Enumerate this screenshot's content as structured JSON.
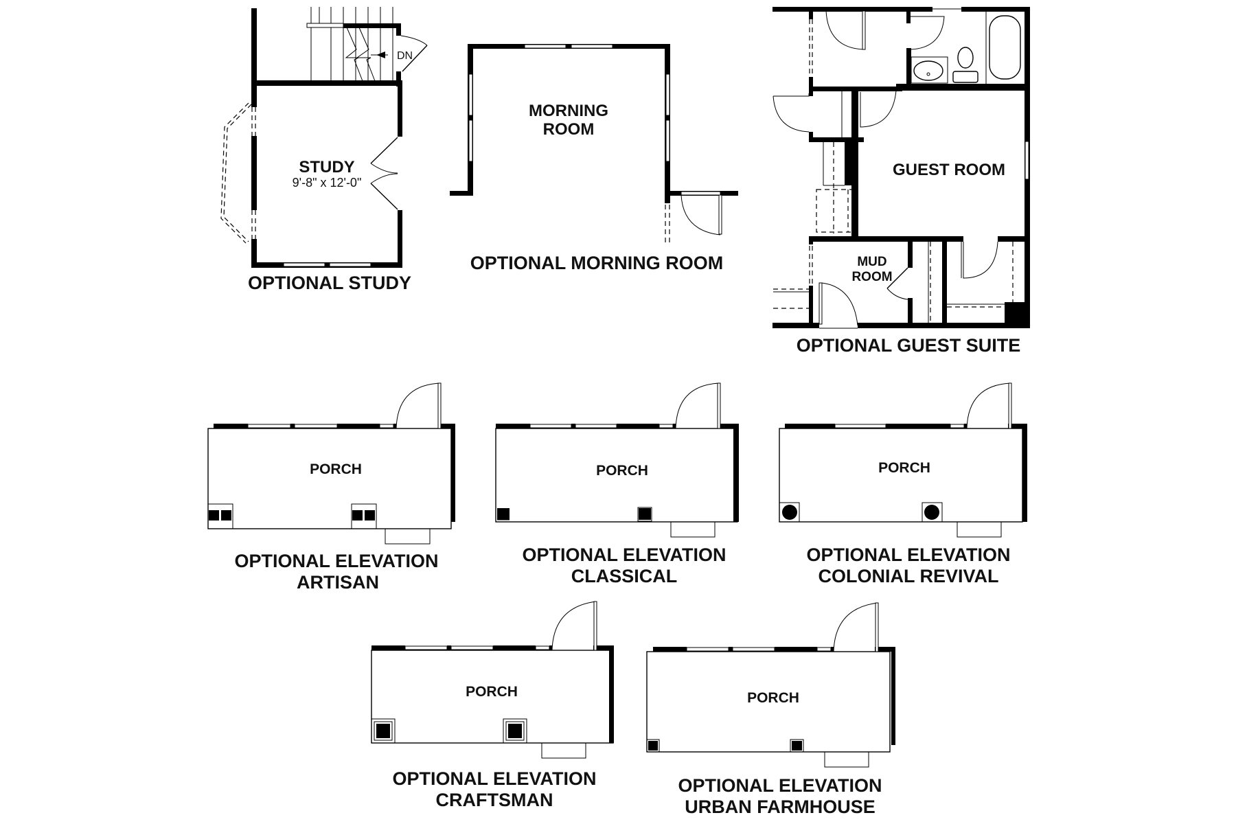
{
  "plans": {
    "study": {
      "room_name": "STUDY",
      "room_dimensions": "9'-8\" x 12'-0\"",
      "stair_label": "DN",
      "title": "OPTIONAL STUDY"
    },
    "morning_room": {
      "room_name_line1": "MORNING",
      "room_name_line2": "ROOM",
      "title": "OPTIONAL MORNING ROOM"
    },
    "guest_suite": {
      "guest_room": "GUEST ROOM",
      "mud_room_line1": "MUD",
      "mud_room_line2": "ROOM",
      "title": "OPTIONAL GUEST SUITE"
    },
    "elevations": [
      {
        "porch_label": "PORCH",
        "title_line1": "OPTIONAL ELEVATION",
        "title_line2": "ARTISAN",
        "column_style": "double-square"
      },
      {
        "porch_label": "PORCH",
        "title_line1": "OPTIONAL ELEVATION",
        "title_line2": "CLASSICAL",
        "column_style": "square"
      },
      {
        "porch_label": "PORCH",
        "title_line1": "OPTIONAL ELEVATION",
        "title_line2": "COLONIAL REVIVAL",
        "column_style": "round"
      },
      {
        "porch_label": "PORCH",
        "title_line1": "OPTIONAL ELEVATION",
        "title_line2": "CRAFTSMAN",
        "column_style": "boxed-square"
      },
      {
        "porch_label": "PORCH",
        "title_line1": "OPTIONAL ELEVATION",
        "title_line2": "URBAN FARMHOUSE",
        "column_style": "small-square"
      }
    ]
  },
  "colors": {
    "wall": "#000000",
    "background": "#ffffff",
    "text": "#111111"
  }
}
